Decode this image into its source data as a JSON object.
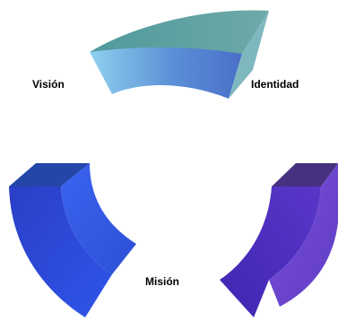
{
  "labels": {
    "vision": "Visión",
    "identity": "Identidad",
    "mission": "Misión"
  },
  "colors": {
    "top_segment_light": "#8fd0ee",
    "top_segment_mid": "#5b8fd6",
    "top_segment_dark": "#4a6fc9",
    "top_segment_top": "#6fa9a8",
    "top_segment_side": "#7fb7bf",
    "left_segment_front": "#2a46d6",
    "left_segment_side": "#3357e6",
    "left_segment_top": "#2346a8",
    "right_segment_front": "#4f30c0",
    "right_segment_side": "#6f45d2",
    "right_segment_top": "#46307f",
    "label_text": "#000000"
  }
}
